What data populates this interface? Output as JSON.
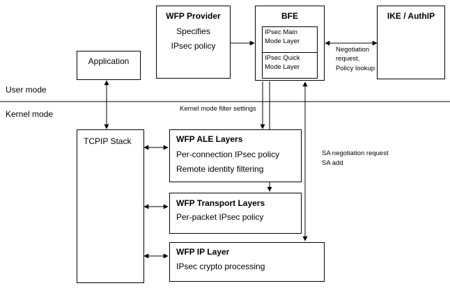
{
  "modes": {
    "user": "User mode",
    "kernel": "Kernel mode"
  },
  "boxes": {
    "wfp_provider": {
      "title": "WFP Provider",
      "line1": "Specifies",
      "line2": "IPsec policy"
    },
    "bfe": {
      "title": "BFE",
      "main_mode": [
        "IPsec Main",
        "Mode Layer"
      ],
      "quick_mode": [
        "IPsec Quick",
        "Mode Layer"
      ]
    },
    "ike": {
      "title": "IKE / AuthIP"
    },
    "application": {
      "title": "Application"
    },
    "tcpip": {
      "title": "TCPIP Stack"
    },
    "ale": {
      "title": "WFP ALE Layers",
      "line1": "Per-connection IPsec policy",
      "line2": "Remote identity filtering"
    },
    "transport": {
      "title": "WFP Transport Layers",
      "line1": "Per-packet IPsec policy"
    },
    "ip": {
      "title": "WFP IP Layer",
      "line1": "IPsec crypto processing"
    }
  },
  "labels": {
    "negotiation": [
      "Negotiation",
      "request,",
      "Policy lookup"
    ],
    "kernel_filter": "Kernel mode filter settings",
    "sa": [
      "SA negotiation request",
      "SA add"
    ]
  }
}
